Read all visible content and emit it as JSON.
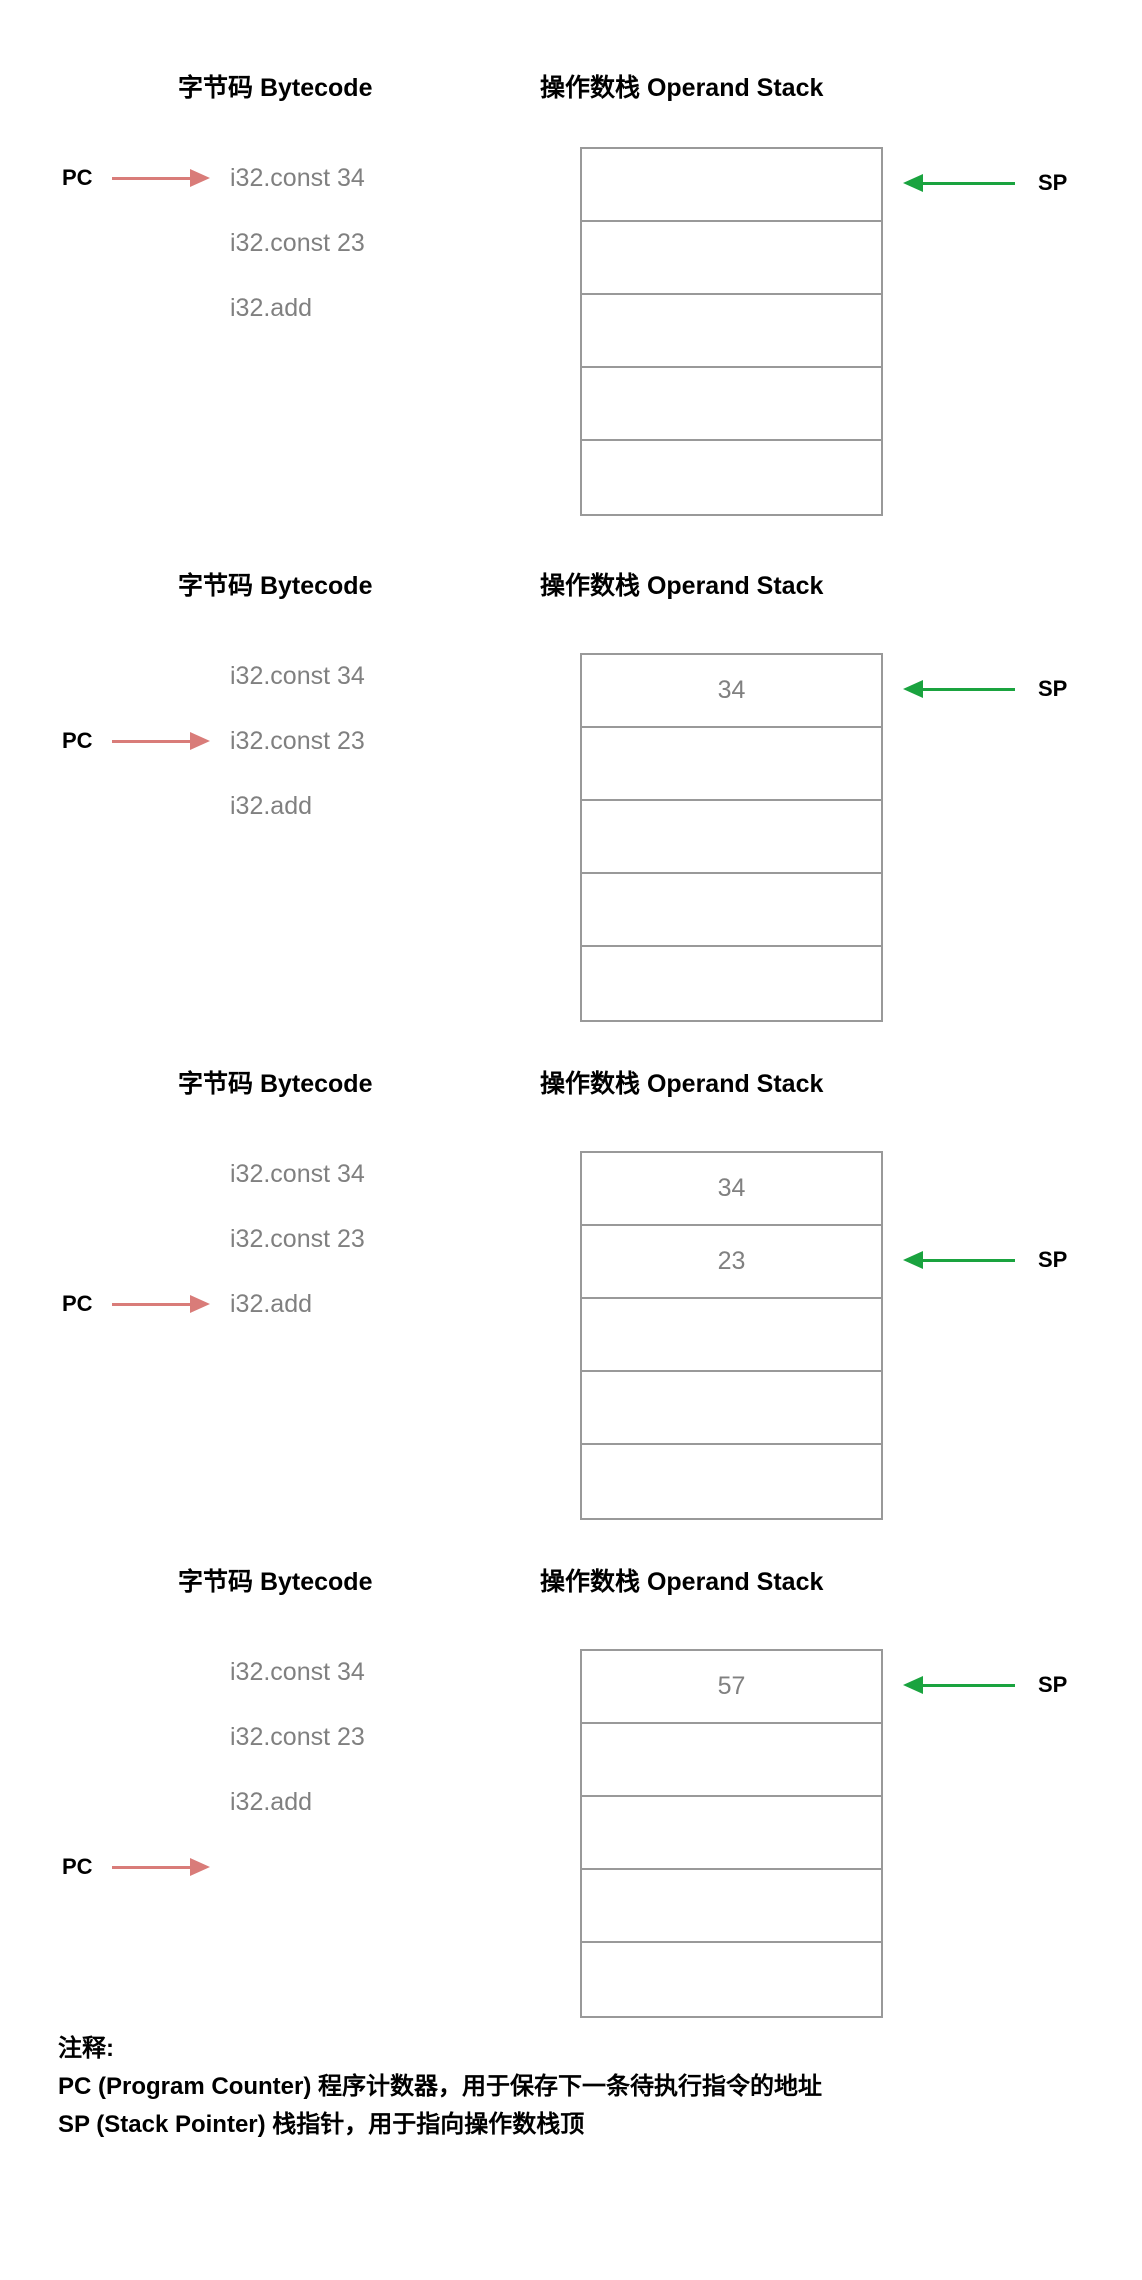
{
  "headings": {
    "bytecode": "字节码 Bytecode",
    "operand_stack": "操作数栈 Operand Stack"
  },
  "pointers": {
    "pc_label": "PC",
    "sp_label": "SP",
    "pc_color": "#d97c79",
    "sp_color": "#1aa33f"
  },
  "instructions": [
    "i32.const 34",
    "i32.const 23",
    "i32.add"
  ],
  "stack_capacity": 5,
  "steps": [
    {
      "step": 1,
      "pc_index": 0,
      "sp_index": 0,
      "sp_points_to_empty_top": true,
      "stack": [
        "",
        "",
        "",
        "",
        ""
      ]
    },
    {
      "step": 2,
      "pc_index": 1,
      "sp_index": 0,
      "sp_points_to_empty_top": false,
      "stack": [
        "34",
        "",
        "",
        "",
        ""
      ]
    },
    {
      "step": 3,
      "pc_index": 2,
      "sp_index": 1,
      "sp_points_to_empty_top": false,
      "stack": [
        "34",
        "23",
        "",
        "",
        ""
      ]
    },
    {
      "step": 4,
      "pc_index": 3,
      "sp_index": 0,
      "sp_points_to_empty_top": false,
      "stack": [
        "57",
        "",
        "",
        "",
        ""
      ]
    }
  ],
  "notes": {
    "title": "注释:",
    "lines": [
      "PC (Program Counter) 程序计数器，用于保存下一条待执行指令的地址",
      "SP (Stack Pointer) 栈指针，用于指向操作数栈顶"
    ]
  }
}
